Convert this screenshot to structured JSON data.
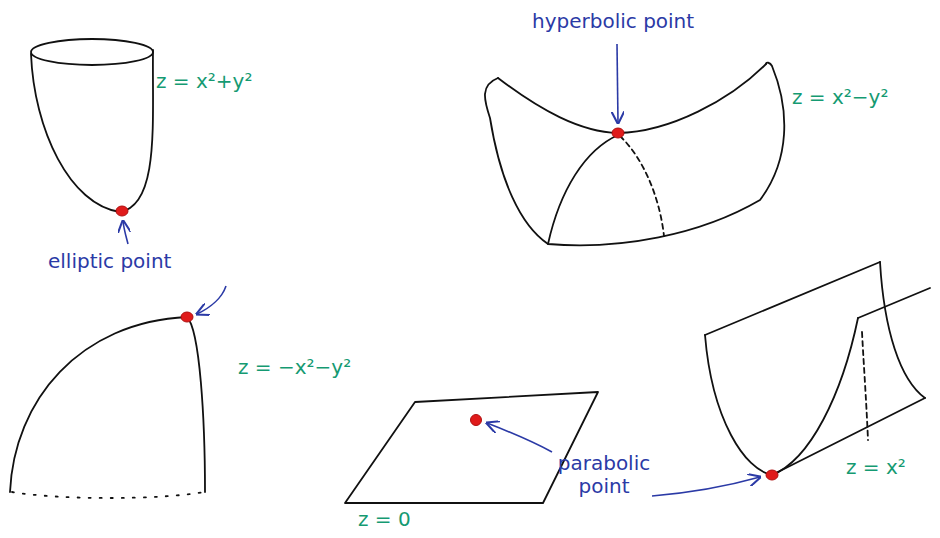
{
  "diagram": {
    "labels": [
      "z = x²+y²",
      "hyperbolic point",
      "z = x²−y²",
      "elliptic point",
      "z = −x²−y²",
      "z = 0",
      "parabolic point",
      "z = x²"
    ]
  }
}
